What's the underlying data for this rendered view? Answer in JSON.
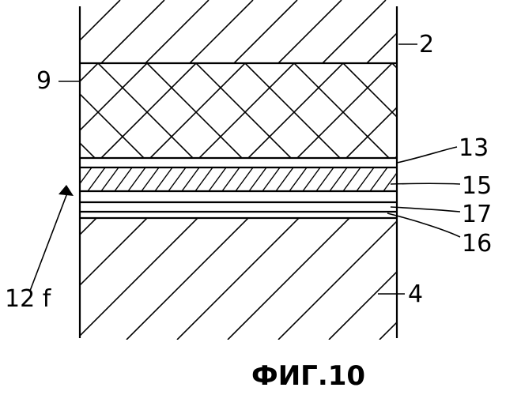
{
  "labels": {
    "n2": "2",
    "n9": "9",
    "n13": "13",
    "n15": "15",
    "n17": "17",
    "n16": "16",
    "n12f": "12 f",
    "n4": "4"
  },
  "caption": "ФИГ.10",
  "colors": {
    "ink": "#000000",
    "paper": "#ffffff"
  }
}
